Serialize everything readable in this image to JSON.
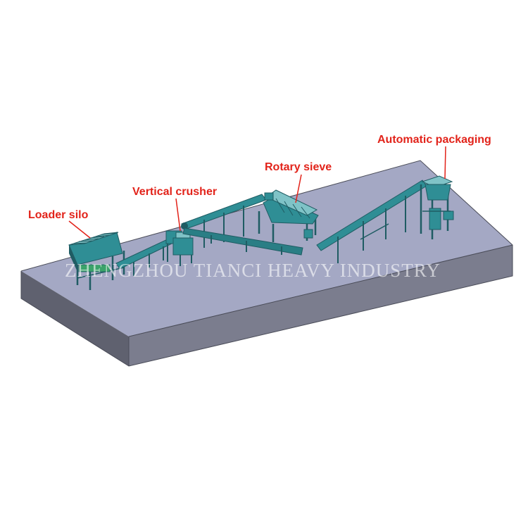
{
  "colors": {
    "platform_top": "#a4a8c4",
    "platform_front": "#7b7d8e",
    "platform_side": "#5f616f",
    "platform_edge": "#4a4c58",
    "machine_teal": "#2f8e95",
    "machine_dark": "#1f5c63",
    "machine_light": "#7fc3c7",
    "label_red": "#e2231a",
    "leader_line": "#e2231a",
    "watermark": "#ffffff"
  },
  "labels": {
    "loader_silo": "Loader silo",
    "vertical_crusher": "Vertical crusher",
    "rotary_sieve": "Rotary sieve",
    "automatic_packaging": "Automatic packaging"
  },
  "watermark": {
    "text": "ZHENGZHOU TIANCI HEAVY INDUSTRY"
  }
}
